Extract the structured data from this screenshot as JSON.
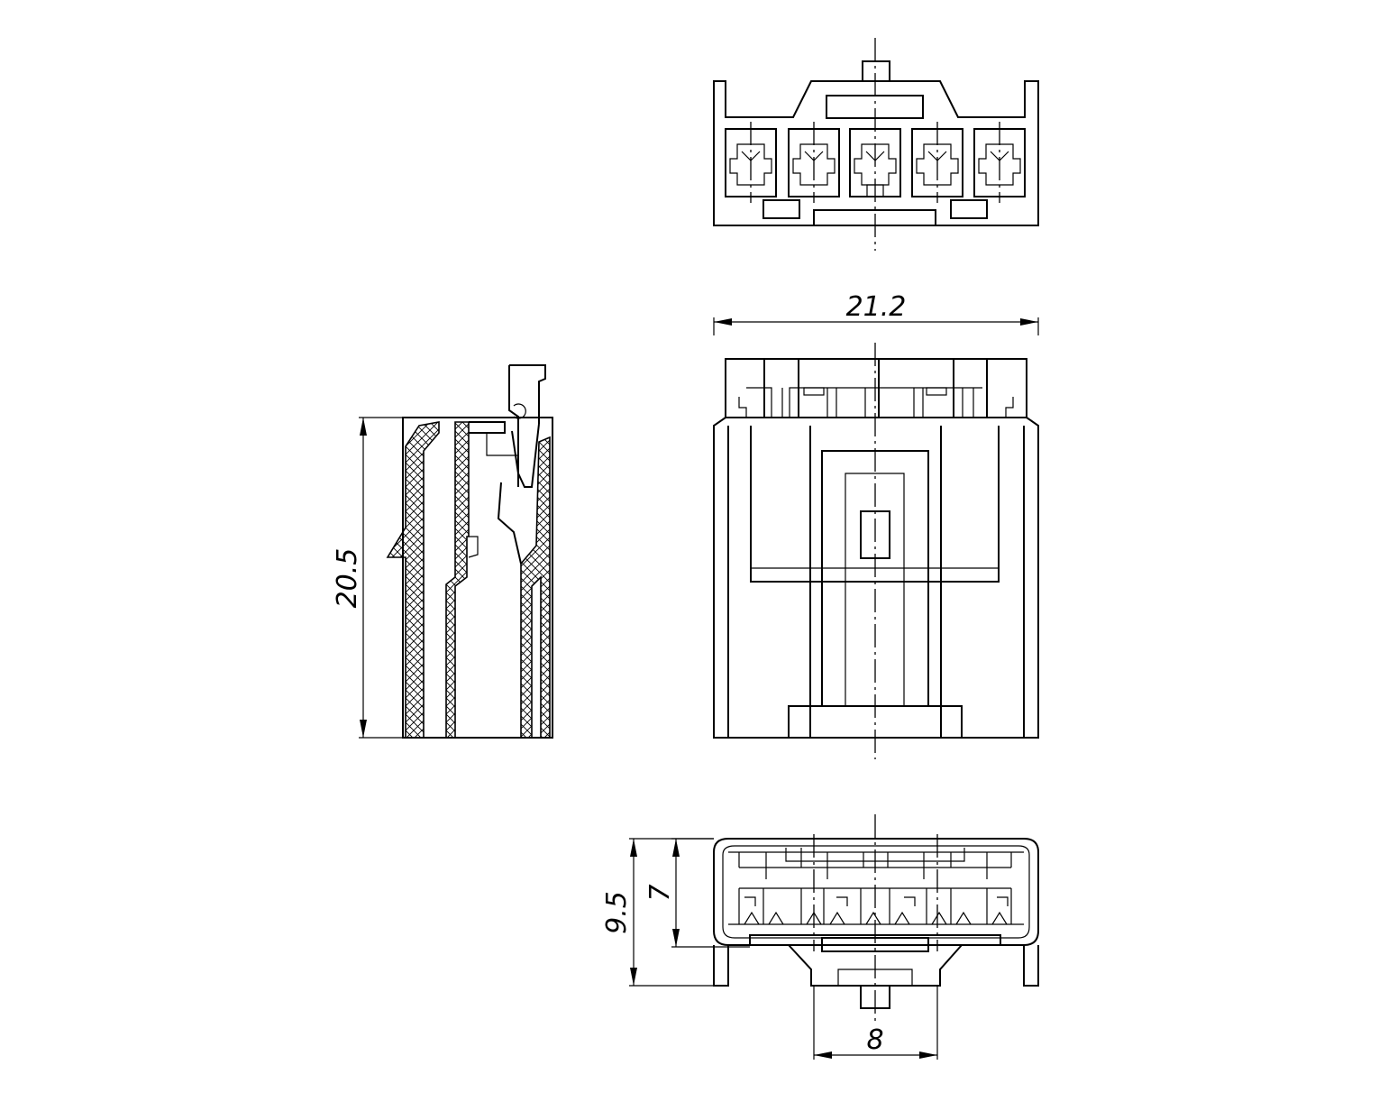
{
  "dimensions": {
    "width_top": "21.2",
    "height_side": "20.5",
    "height_total": "9.5",
    "height_inner": "7",
    "width_latch": "8"
  },
  "colors": {
    "line": "#000000",
    "background": "#ffffff"
  }
}
